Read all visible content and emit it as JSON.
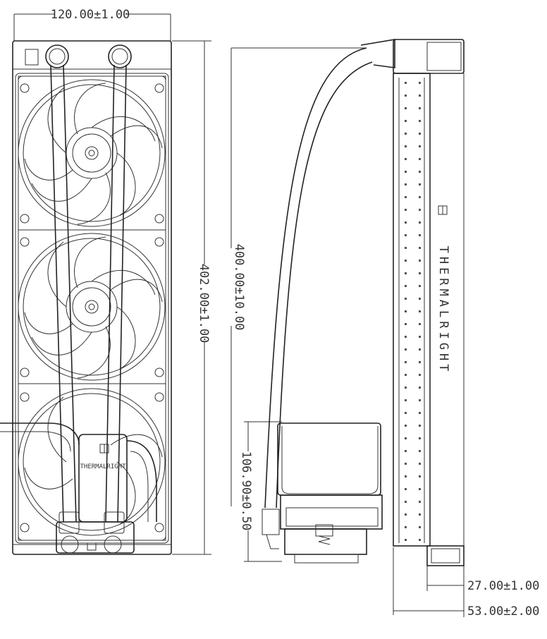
{
  "dimensions": {
    "width": "120.00±1.00",
    "height": "402.00±1.00",
    "tube_length": "400.00±10.00",
    "pump_height": "106.90±0.50",
    "radiator_thickness": "27.00±1.00",
    "total_thickness": "53.00±2.00"
  },
  "brand": {
    "side_label": "THERMALRIGHT",
    "pump_label": "THERMALRIGHT"
  }
}
